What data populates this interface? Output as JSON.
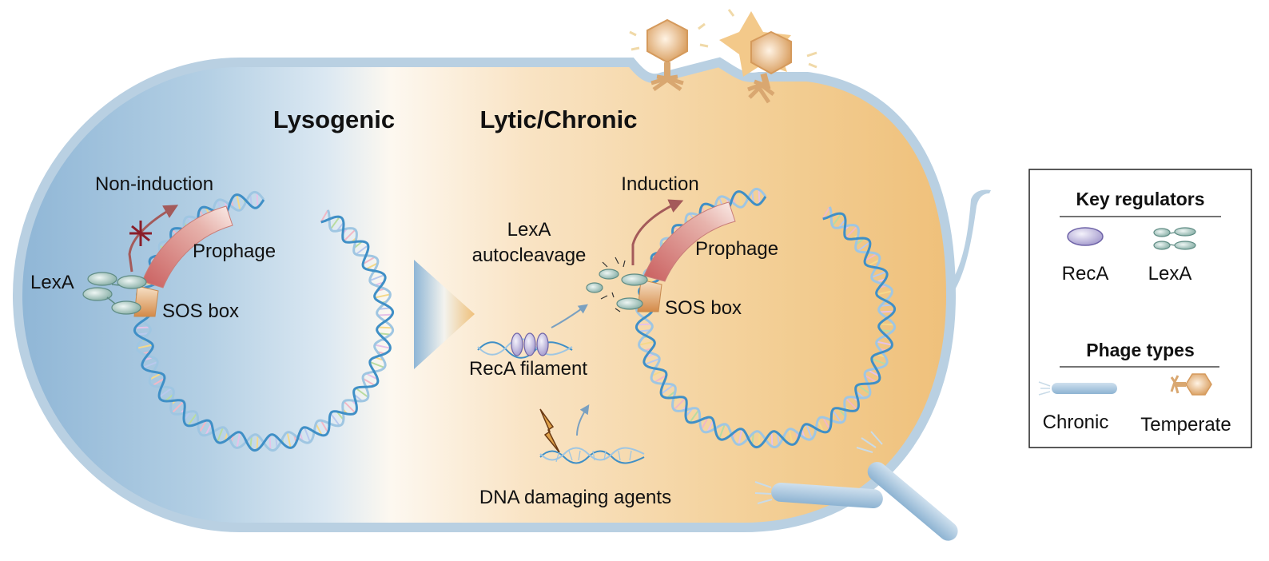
{
  "titles": {
    "lysogenic": "Lysogenic",
    "lytic": "Lytic/Chronic"
  },
  "left_panel": {
    "non_induction": "Non-induction",
    "prophage": "Prophage",
    "lexa": "LexA",
    "sos_box": "SOS box"
  },
  "right_panel": {
    "induction": "Induction",
    "prophage": "Prophage",
    "sos_box": "SOS box",
    "lexa_autocleavage_line1": "LexA",
    "lexa_autocleavage_line2": "autocleavage",
    "reca_filament": "RecA filament",
    "dna_damage": "DNA damaging agents"
  },
  "legend": {
    "regulators_title": "Key regulators",
    "reca": "RecA",
    "lexa": "LexA",
    "phage_types_title": "Phage types",
    "chronic": "Chronic",
    "temperate": "Temperate"
  },
  "colors": {
    "cell_left": "#a9c8df",
    "cell_right": "#f1c98a",
    "membrane": "#b9d0e2",
    "dna_strand": "#3f8fc6",
    "prophage": "#c96a6a",
    "sos_box": "#d69656",
    "arrow_red": "#a45a5a",
    "cross": "#8a1e2a",
    "lexa": "#8fb8b0",
    "reca": "#b7b0d8",
    "phage": "#d9a770"
  }
}
